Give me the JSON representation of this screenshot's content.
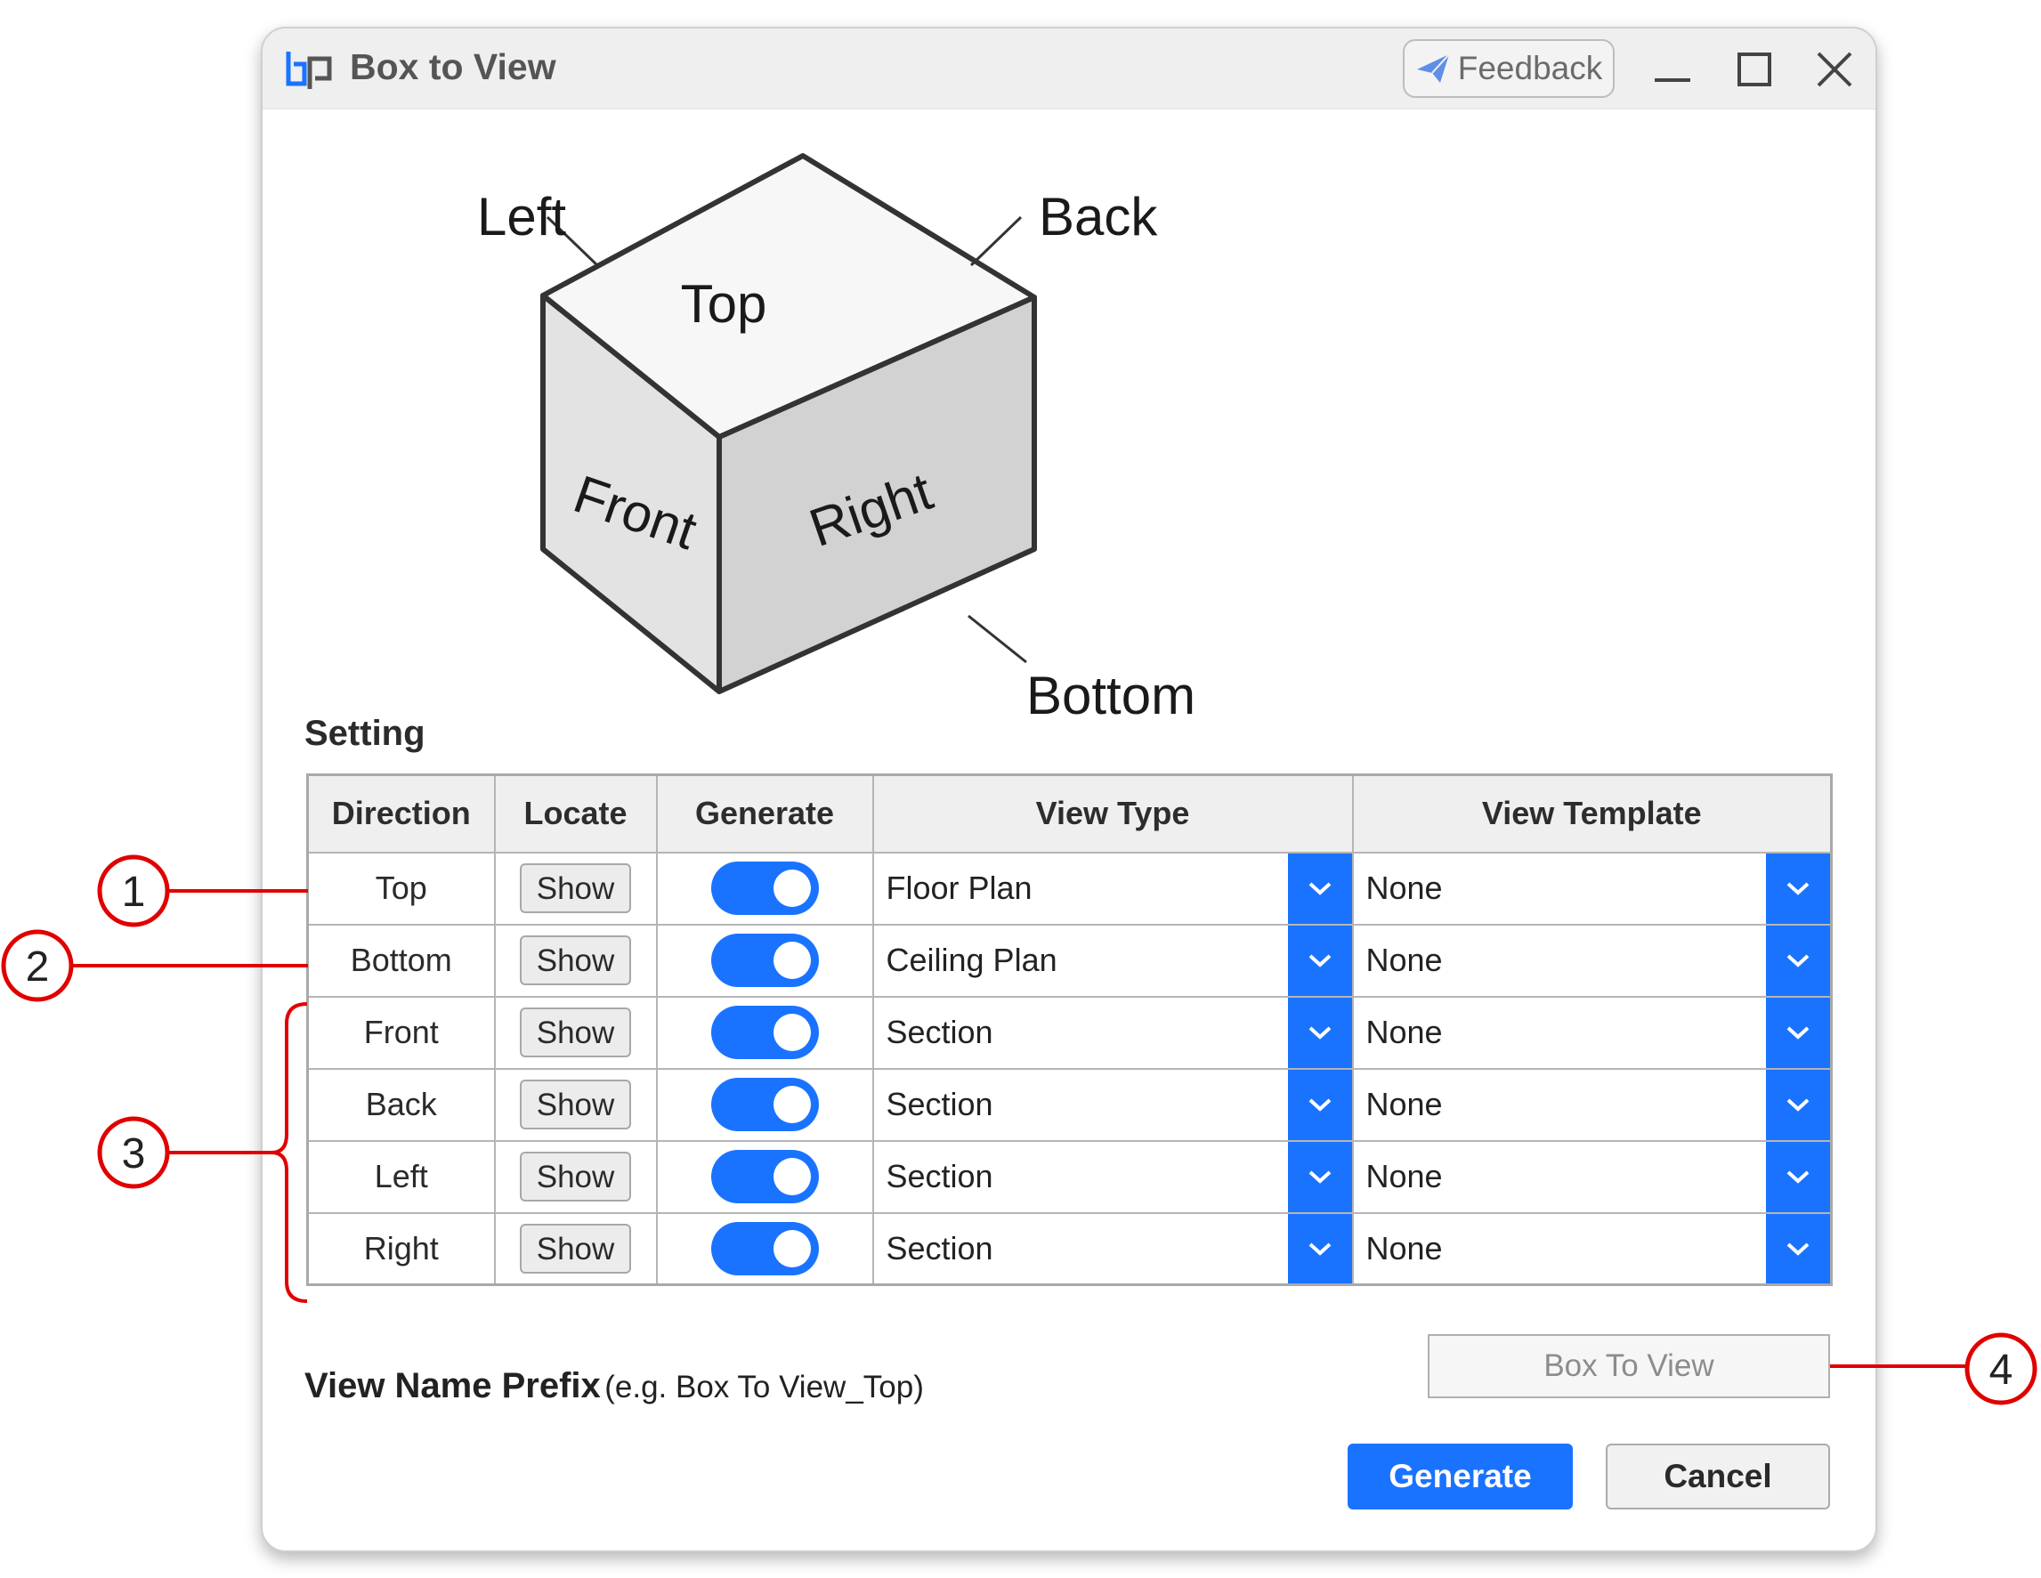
{
  "window": {
    "title": "Box to View",
    "feedback_label": "Feedback"
  },
  "diagram": {
    "faces": {
      "left": "Left",
      "back": "Back",
      "top": "Top",
      "front": "Front",
      "right": "Right",
      "bottom": "Bottom"
    }
  },
  "settings": {
    "section_label": "Setting",
    "columns": [
      "Direction",
      "Locate",
      "Generate",
      "View Type",
      "View Template"
    ],
    "rows": [
      {
        "direction": "Top",
        "locate": "Show",
        "generate": true,
        "view_type": "Floor Plan",
        "view_template": "None"
      },
      {
        "direction": "Bottom",
        "locate": "Show",
        "generate": true,
        "view_type": "Ceiling Plan",
        "view_template": "None"
      },
      {
        "direction": "Front",
        "locate": "Show",
        "generate": true,
        "view_type": "Section",
        "view_template": "None"
      },
      {
        "direction": "Back",
        "locate": "Show",
        "generate": true,
        "view_type": "Section",
        "view_template": "None"
      },
      {
        "direction": "Left",
        "locate": "Show",
        "generate": true,
        "view_type": "Section",
        "view_template": "None"
      },
      {
        "direction": "Right",
        "locate": "Show",
        "generate": true,
        "view_type": "Section",
        "view_template": "None"
      }
    ]
  },
  "prefix": {
    "label": "View Name Prefix",
    "hint": "(e.g. Box To View_Top)",
    "placeholder": "Box To View"
  },
  "buttons": {
    "generate": "Generate",
    "cancel": "Cancel"
  },
  "callouts": [
    "1",
    "2",
    "3",
    "4"
  ],
  "colors": {
    "accent": "#1a73ff",
    "callout": "#e00000"
  },
  "icons": [
    "app-logo-icon",
    "paper-plane-icon",
    "minimize-icon",
    "maximize-icon",
    "close-icon",
    "chevron-down-icon"
  ]
}
